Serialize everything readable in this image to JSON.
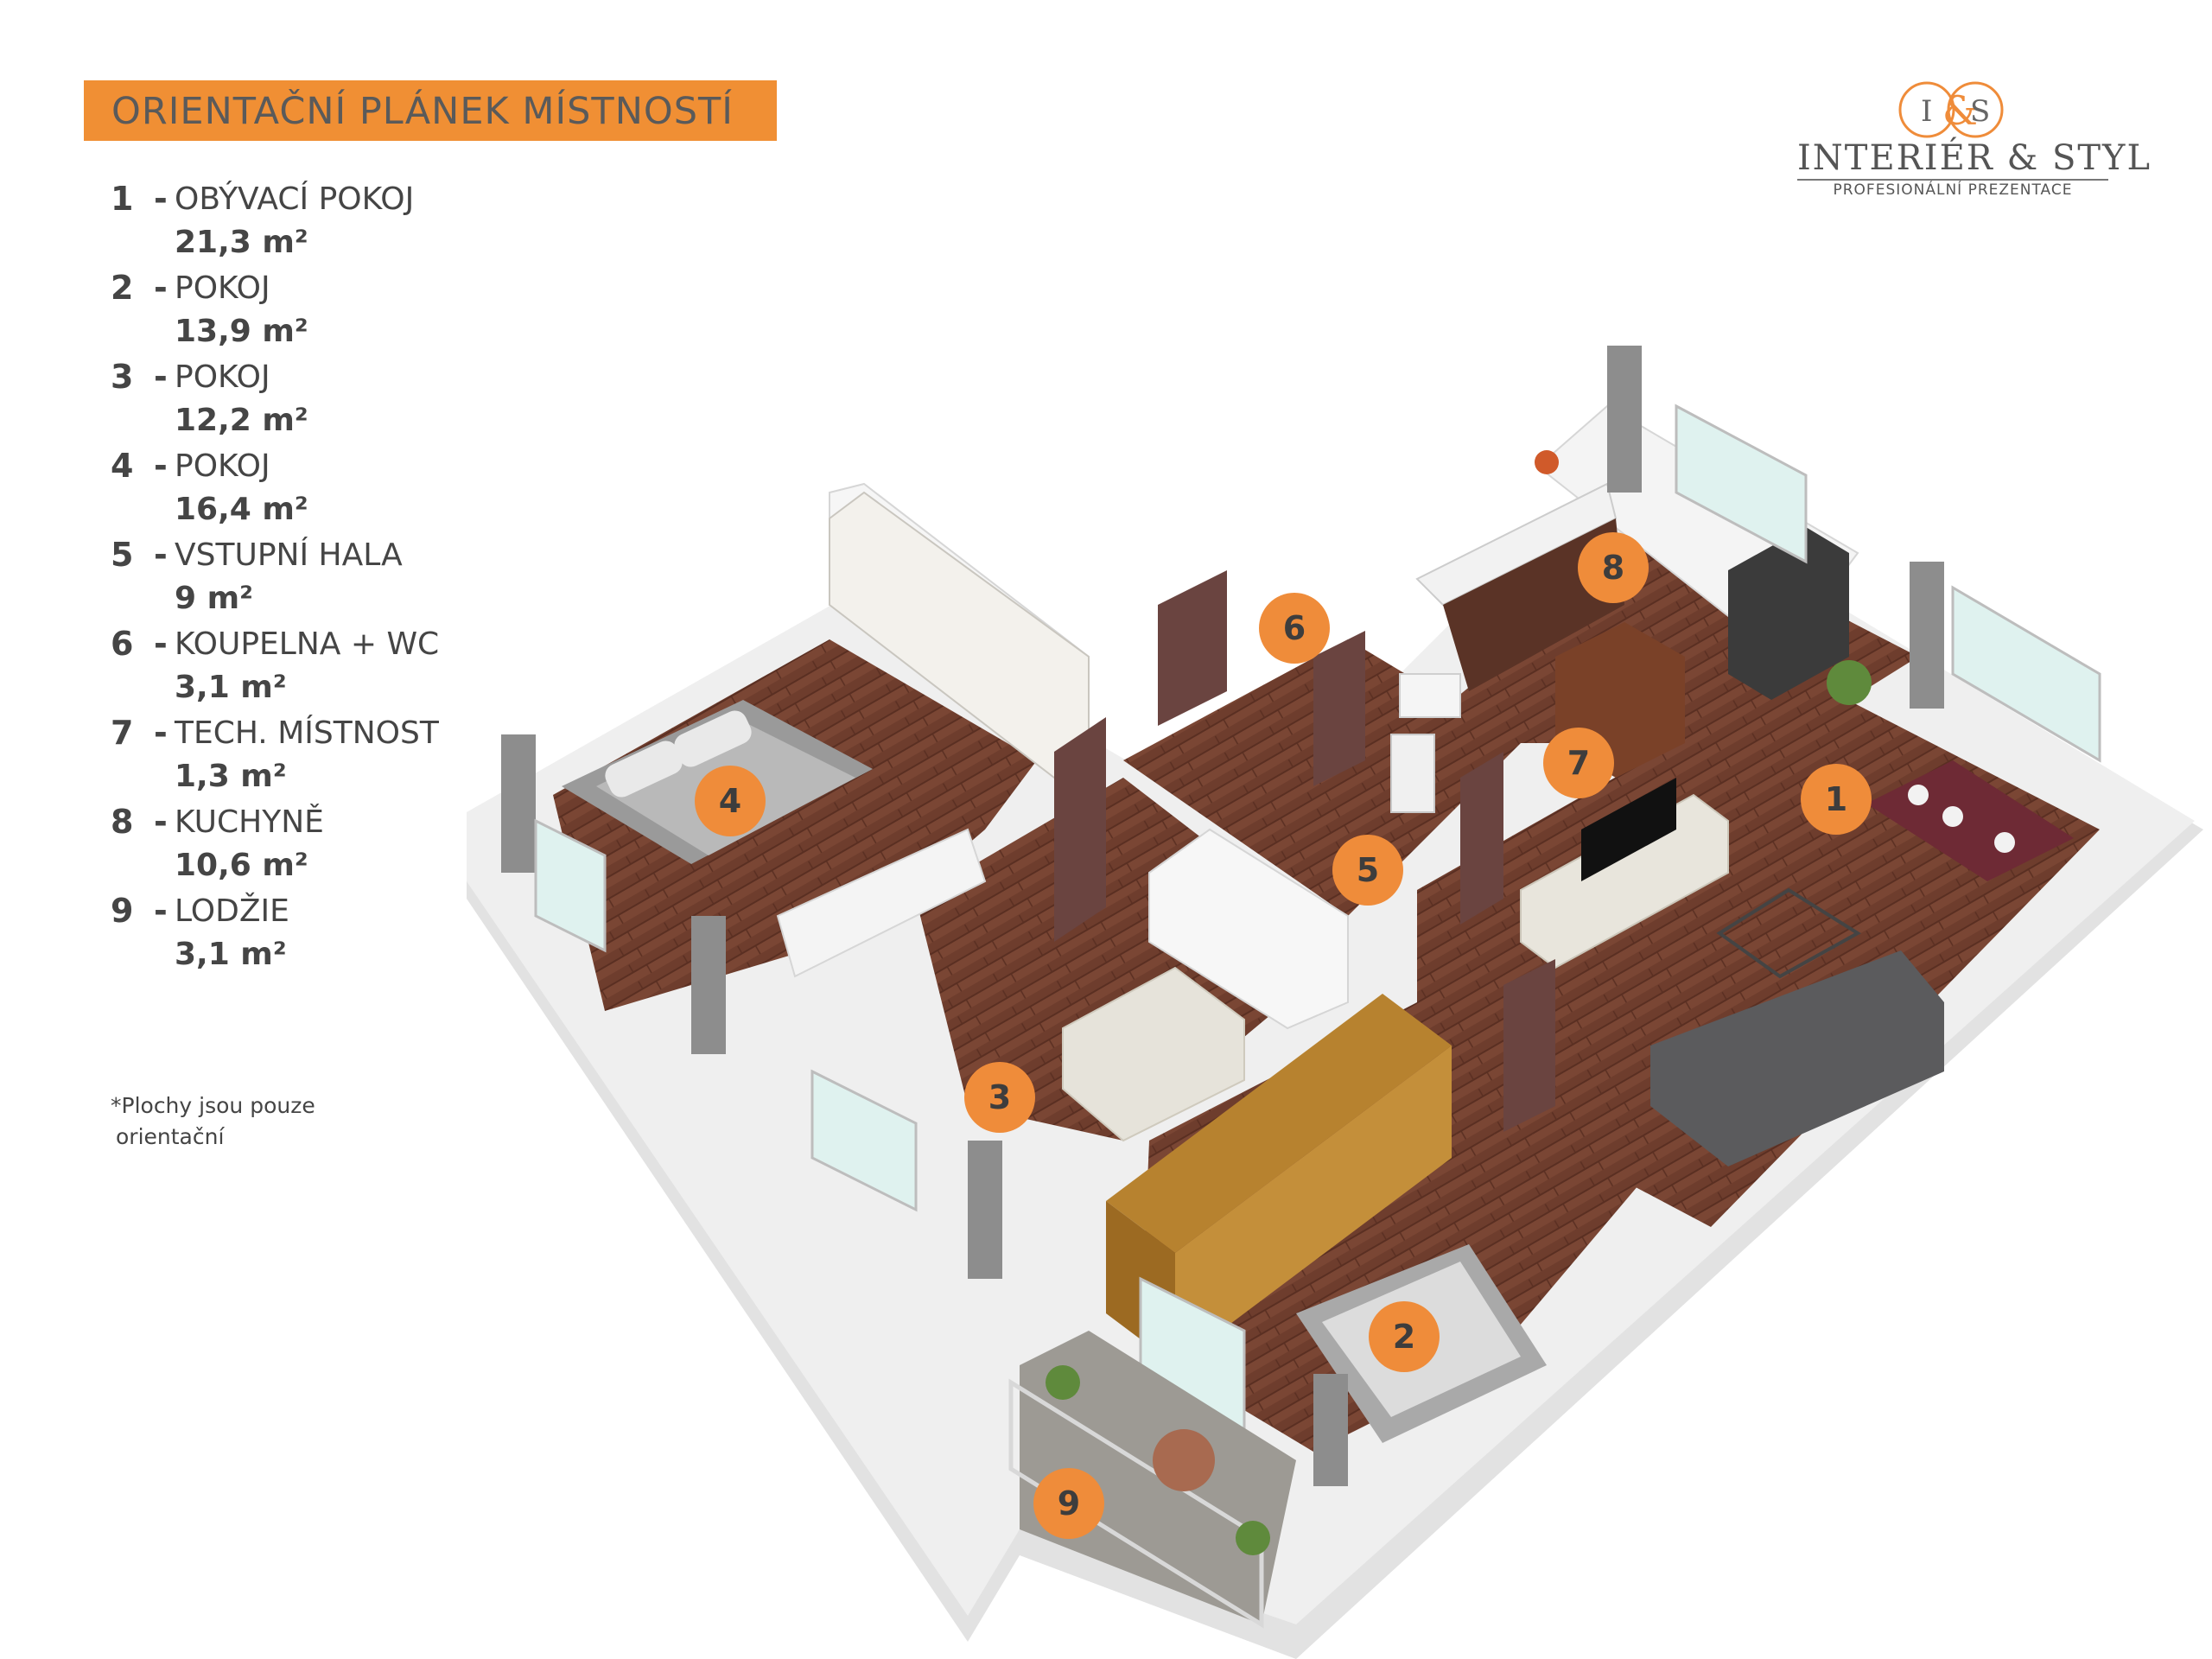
{
  "title": "ORIENTAČNÍ PLÁNEK MÍSTNOSTÍ",
  "logo": {
    "monogram_left": "I",
    "monogram_amp": "&",
    "monogram_right": "S",
    "name": "INTERIÉR & STYL",
    "subtitle": "PROFESIONÁLNÍ PREZENTACE"
  },
  "rooms": [
    {
      "num": "1",
      "dash": "-",
      "name": "OBÝVACÍ POKOJ",
      "area": "21,3 m²"
    },
    {
      "num": "2",
      "dash": "-",
      "name": "POKOJ",
      "area": "13,9 m²"
    },
    {
      "num": "3",
      "dash": "-",
      "name": "POKOJ",
      "area": "12,2 m²"
    },
    {
      "num": "4",
      "dash": "-",
      "name": "POKOJ",
      "area": "16,4 m²"
    },
    {
      "num": "5",
      "dash": "-",
      "name": "VSTUPNÍ HALA",
      "area": "9 m²"
    },
    {
      "num": "6",
      "dash": "-",
      "name": "KOUPELNA + WC",
      "area": "3,1 m²"
    },
    {
      "num": "7",
      "dash": "-",
      "name": "TECH. MÍSTNOST",
      "area": "1,3 m²"
    },
    {
      "num": "8",
      "dash": "-",
      "name": "KUCHYNĚ",
      "area": "10,6 m²"
    },
    {
      "num": "9",
      "dash": "-",
      "name": "LODŽIE",
      "area": "3,1 m²"
    }
  ],
  "note": {
    "line1": "*Plochy jsou pouze",
    "line2": "orientační"
  },
  "plan_markers": [
    "1",
    "2",
    "3",
    "4",
    "5",
    "6",
    "7",
    "8",
    "9"
  ],
  "colors": {
    "accent_orange": "#f08f34",
    "marker_orange": "#ef8c3a",
    "floor_wood": "#6b3b2c",
    "wall_light": "#ebebeb",
    "text_dark": "#454545"
  }
}
